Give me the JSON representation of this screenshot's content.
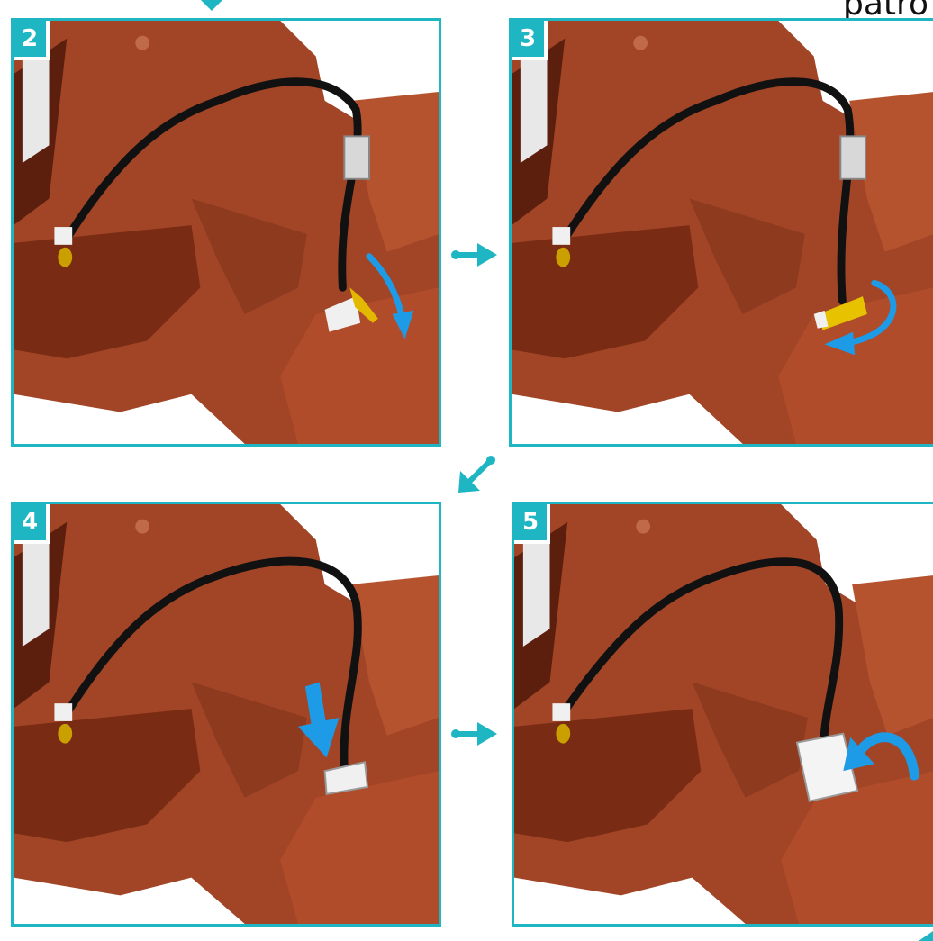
{
  "top_text": "patro",
  "steps": [
    {
      "number": "2",
      "action": "rotate-down"
    },
    {
      "number": "3",
      "action": "rotate-back"
    },
    {
      "number": "4",
      "action": "push-down"
    },
    {
      "number": "5",
      "action": "flip-up"
    }
  ],
  "colors": {
    "accent": "#1fb6c4",
    "housing": "#a14526",
    "housing_dark": "#6e2612",
    "arrow": "#1d9be6"
  }
}
